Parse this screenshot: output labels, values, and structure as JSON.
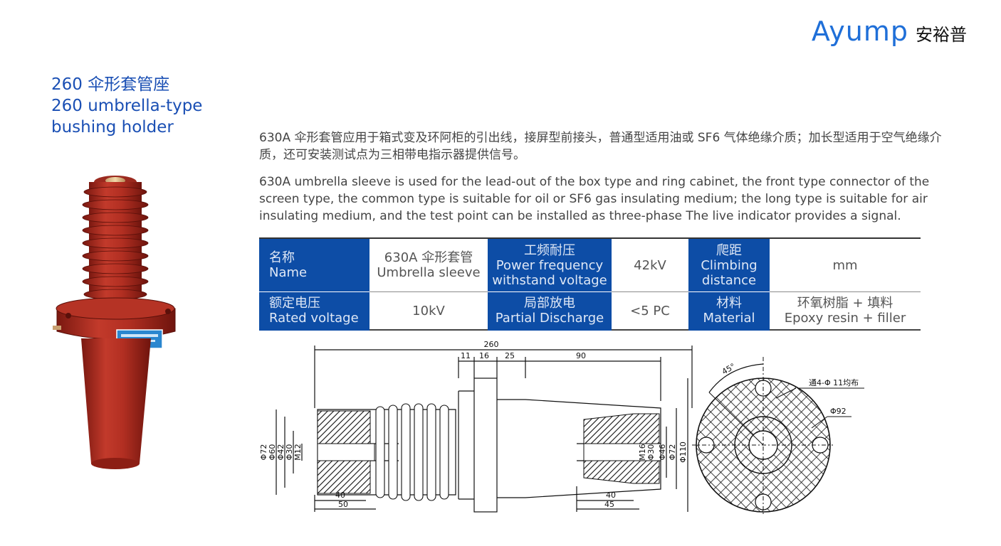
{
  "brand": {
    "latin": "Ayump",
    "cn": "安裕普",
    "color": "#1f6fd8"
  },
  "title": {
    "cn": "260 伞形套管座",
    "en_line1": "260 umbrella-type",
    "en_line2": "bushing holder",
    "color": "#1a4fb4"
  },
  "product_label": {
    "line1": "",
    "line2": ""
  },
  "description": {
    "cn": "630A 伞形套管应用于箱式变及环阿柜的引出线，接屏型前接头，普通型适用油或 SF6 气体绝缘介质；加长型适用于空气绝缘介质，还可安装测试点为三相带电指示器提供信号。",
    "en": "630A umbrella sleeve is used for the lead-out of the box type and ring cabinet, the front type connector of the screen type, the common type is suitable for oil or SF6 gas insulating medium; the long type is suitable for air insulating medium, and the test point can be installed as three-phase The live indicator provides a signal."
  },
  "spec_table": {
    "header_color": "#0d4da6",
    "rows": [
      [
        {
          "cn": "名称",
          "en": "Name"
        },
        {
          "cn": "630A 伞形套管",
          "en": "Umbrella sleeve"
        },
        {
          "cn": "工频耐压",
          "en1": "Power frequency",
          "en2": "withstand voltage"
        },
        {
          "value": "42kV"
        },
        {
          "cn": "爬距",
          "en1": "Climbing",
          "en2": "distance"
        },
        {
          "value": "mm"
        }
      ],
      [
        {
          "cn": "额定电压",
          "en": "Rated voltage"
        },
        {
          "value": "10kV"
        },
        {
          "cn": "局部放电",
          "en": "Partial Discharge"
        },
        {
          "value": "<5 PC"
        },
        {
          "cn": "材料",
          "en": "Material"
        },
        {
          "cn": "环氧树脂 + 填料",
          "en": "Epoxy resin + filler"
        }
      ]
    ]
  },
  "drawing": {
    "top_dims": {
      "overall": "260",
      "d11": "11",
      "d16": "16",
      "d25": "25",
      "d90": "90"
    },
    "left_dims": {
      "p72": "Φ72",
      "p60": "Φ60",
      "p42": "Φ42",
      "p30": "Φ30",
      "m12": "M12"
    },
    "right_dims": {
      "m16": "M16",
      "p30": "Φ30",
      "p46": "Φ46",
      "p72": "Φ72",
      "p110": "Φ110"
    },
    "bottom_dims": {
      "d40": "40",
      "d50": "50",
      "d40r": "40",
      "d45": "45"
    }
  },
  "end_view": {
    "angle": "45°",
    "holes": "通4-Φ 11均布",
    "pcd": "Φ92"
  }
}
